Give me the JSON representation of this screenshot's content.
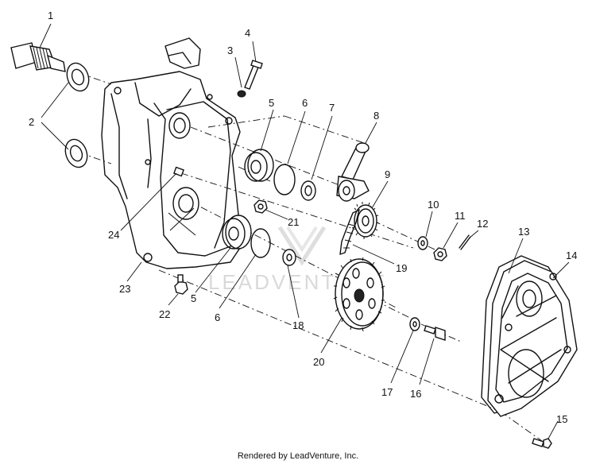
{
  "callouts": {
    "c1": "1",
    "c2": "2",
    "c3": "3",
    "c4": "4",
    "c5a": "5",
    "c5b": "5",
    "c6a": "6",
    "c6b": "6",
    "c7": "7",
    "c8": "8",
    "c9": "9",
    "c10": "10",
    "c11": "11",
    "c12": "12",
    "c13": "13",
    "c14": "14",
    "c15": "15",
    "c16": "16",
    "c17": "17",
    "c18": "18",
    "c19": "19",
    "c20": "20",
    "c21": "21",
    "c22": "22",
    "c23": "23",
    "c24": "24"
  },
  "watermark": "LEADVENTURE",
  "footer": {
    "credit": "Rendered by LeadVenture, Inc."
  }
}
